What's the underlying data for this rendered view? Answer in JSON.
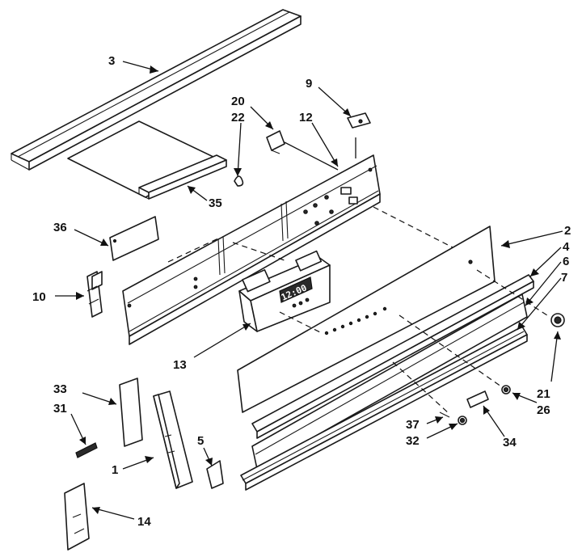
{
  "callouts": [
    {
      "id": "3",
      "text": "3"
    },
    {
      "id": "20",
      "text": "20"
    },
    {
      "id": "22",
      "text": "22"
    },
    {
      "id": "9",
      "text": "9"
    },
    {
      "id": "12",
      "text": "12"
    },
    {
      "id": "35",
      "text": "35"
    },
    {
      "id": "36",
      "text": "36"
    },
    {
      "id": "2",
      "text": "2"
    },
    {
      "id": "4",
      "text": "4"
    },
    {
      "id": "6",
      "text": "6"
    },
    {
      "id": "7",
      "text": "7"
    },
    {
      "id": "10",
      "text": "10"
    },
    {
      "id": "13",
      "text": "13"
    },
    {
      "id": "21",
      "text": "21"
    },
    {
      "id": "26",
      "text": "26"
    },
    {
      "id": "33",
      "text": "33"
    },
    {
      "id": "31",
      "text": "31"
    },
    {
      "id": "1",
      "text": "1"
    },
    {
      "id": "5",
      "text": "5"
    },
    {
      "id": "37",
      "text": "37"
    },
    {
      "id": "32",
      "text": "32"
    },
    {
      "id": "34",
      "text": "34"
    },
    {
      "id": "14",
      "text": "14"
    }
  ],
  "display_text": "12:00"
}
